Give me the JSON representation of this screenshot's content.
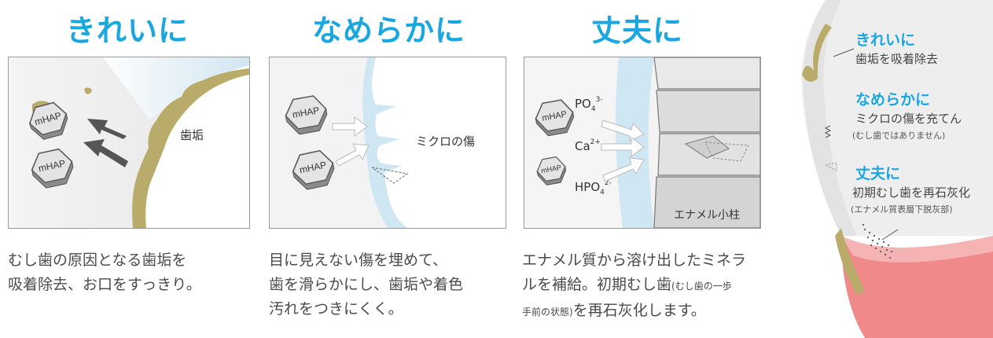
{
  "sections": [
    {
      "heading": "きれいに",
      "panel": {
        "label_mhap_1": "mHAP",
        "label_mhap_2": "mHAP",
        "label_plaque": "歯垢"
      },
      "desc_lines": [
        "むし歯の原因となる歯垢を",
        "吸着除去、お口をすっきり。"
      ]
    },
    {
      "heading": "なめらかに",
      "panel": {
        "label_mhap_1": "mHAP",
        "label_mhap_2": "mHAP",
        "label_scratch": "ミクロの傷"
      },
      "desc_lines": [
        "目に見えない傷を埋めて、",
        "歯を滑らかにし、歯垢や着色",
        "汚れをつきにくく。"
      ]
    },
    {
      "heading": "丈夫に",
      "panel": {
        "label_mhap_1": "mHAP",
        "label_mhap_2": "mHAP",
        "ion_po4": "PO",
        "ion_po4_sub": "4",
        "ion_po4_sup": "3-",
        "ion_ca": "Ca",
        "ion_ca_sup": "2+",
        "ion_hpo4": "HPO",
        "ion_hpo4_sub": "4",
        "ion_hpo4_sup": "2-",
        "label_enamel_rod": "エナメル小柱"
      },
      "desc_line1": "エナメル質から溶け出したミネラ",
      "desc_line2_main": "ルを補給。初期むし歯",
      "desc_line2_small": "(むし歯の一歩",
      "desc_line3_small": "手前の状態)",
      "desc_line3_main": "を再石灰化します。"
    }
  ],
  "side": {
    "items": [
      {
        "heading": "きれいに",
        "text": "歯垢を吸着除去",
        "note": ""
      },
      {
        "heading": "なめらかに",
        "text": "ミクロの傷を充てん",
        "note": "(むし歯ではありません)"
      },
      {
        "heading": "丈夫に",
        "text": "初期むし歯を再石灰化",
        "note": "(エナメル質表層下脱灰部)"
      }
    ]
  },
  "colors": {
    "accent": "#1aa7e0",
    "plaque": "#b9ac6a",
    "tooth_blue": "#cfe6f3",
    "gum": "#f08a8a"
  }
}
